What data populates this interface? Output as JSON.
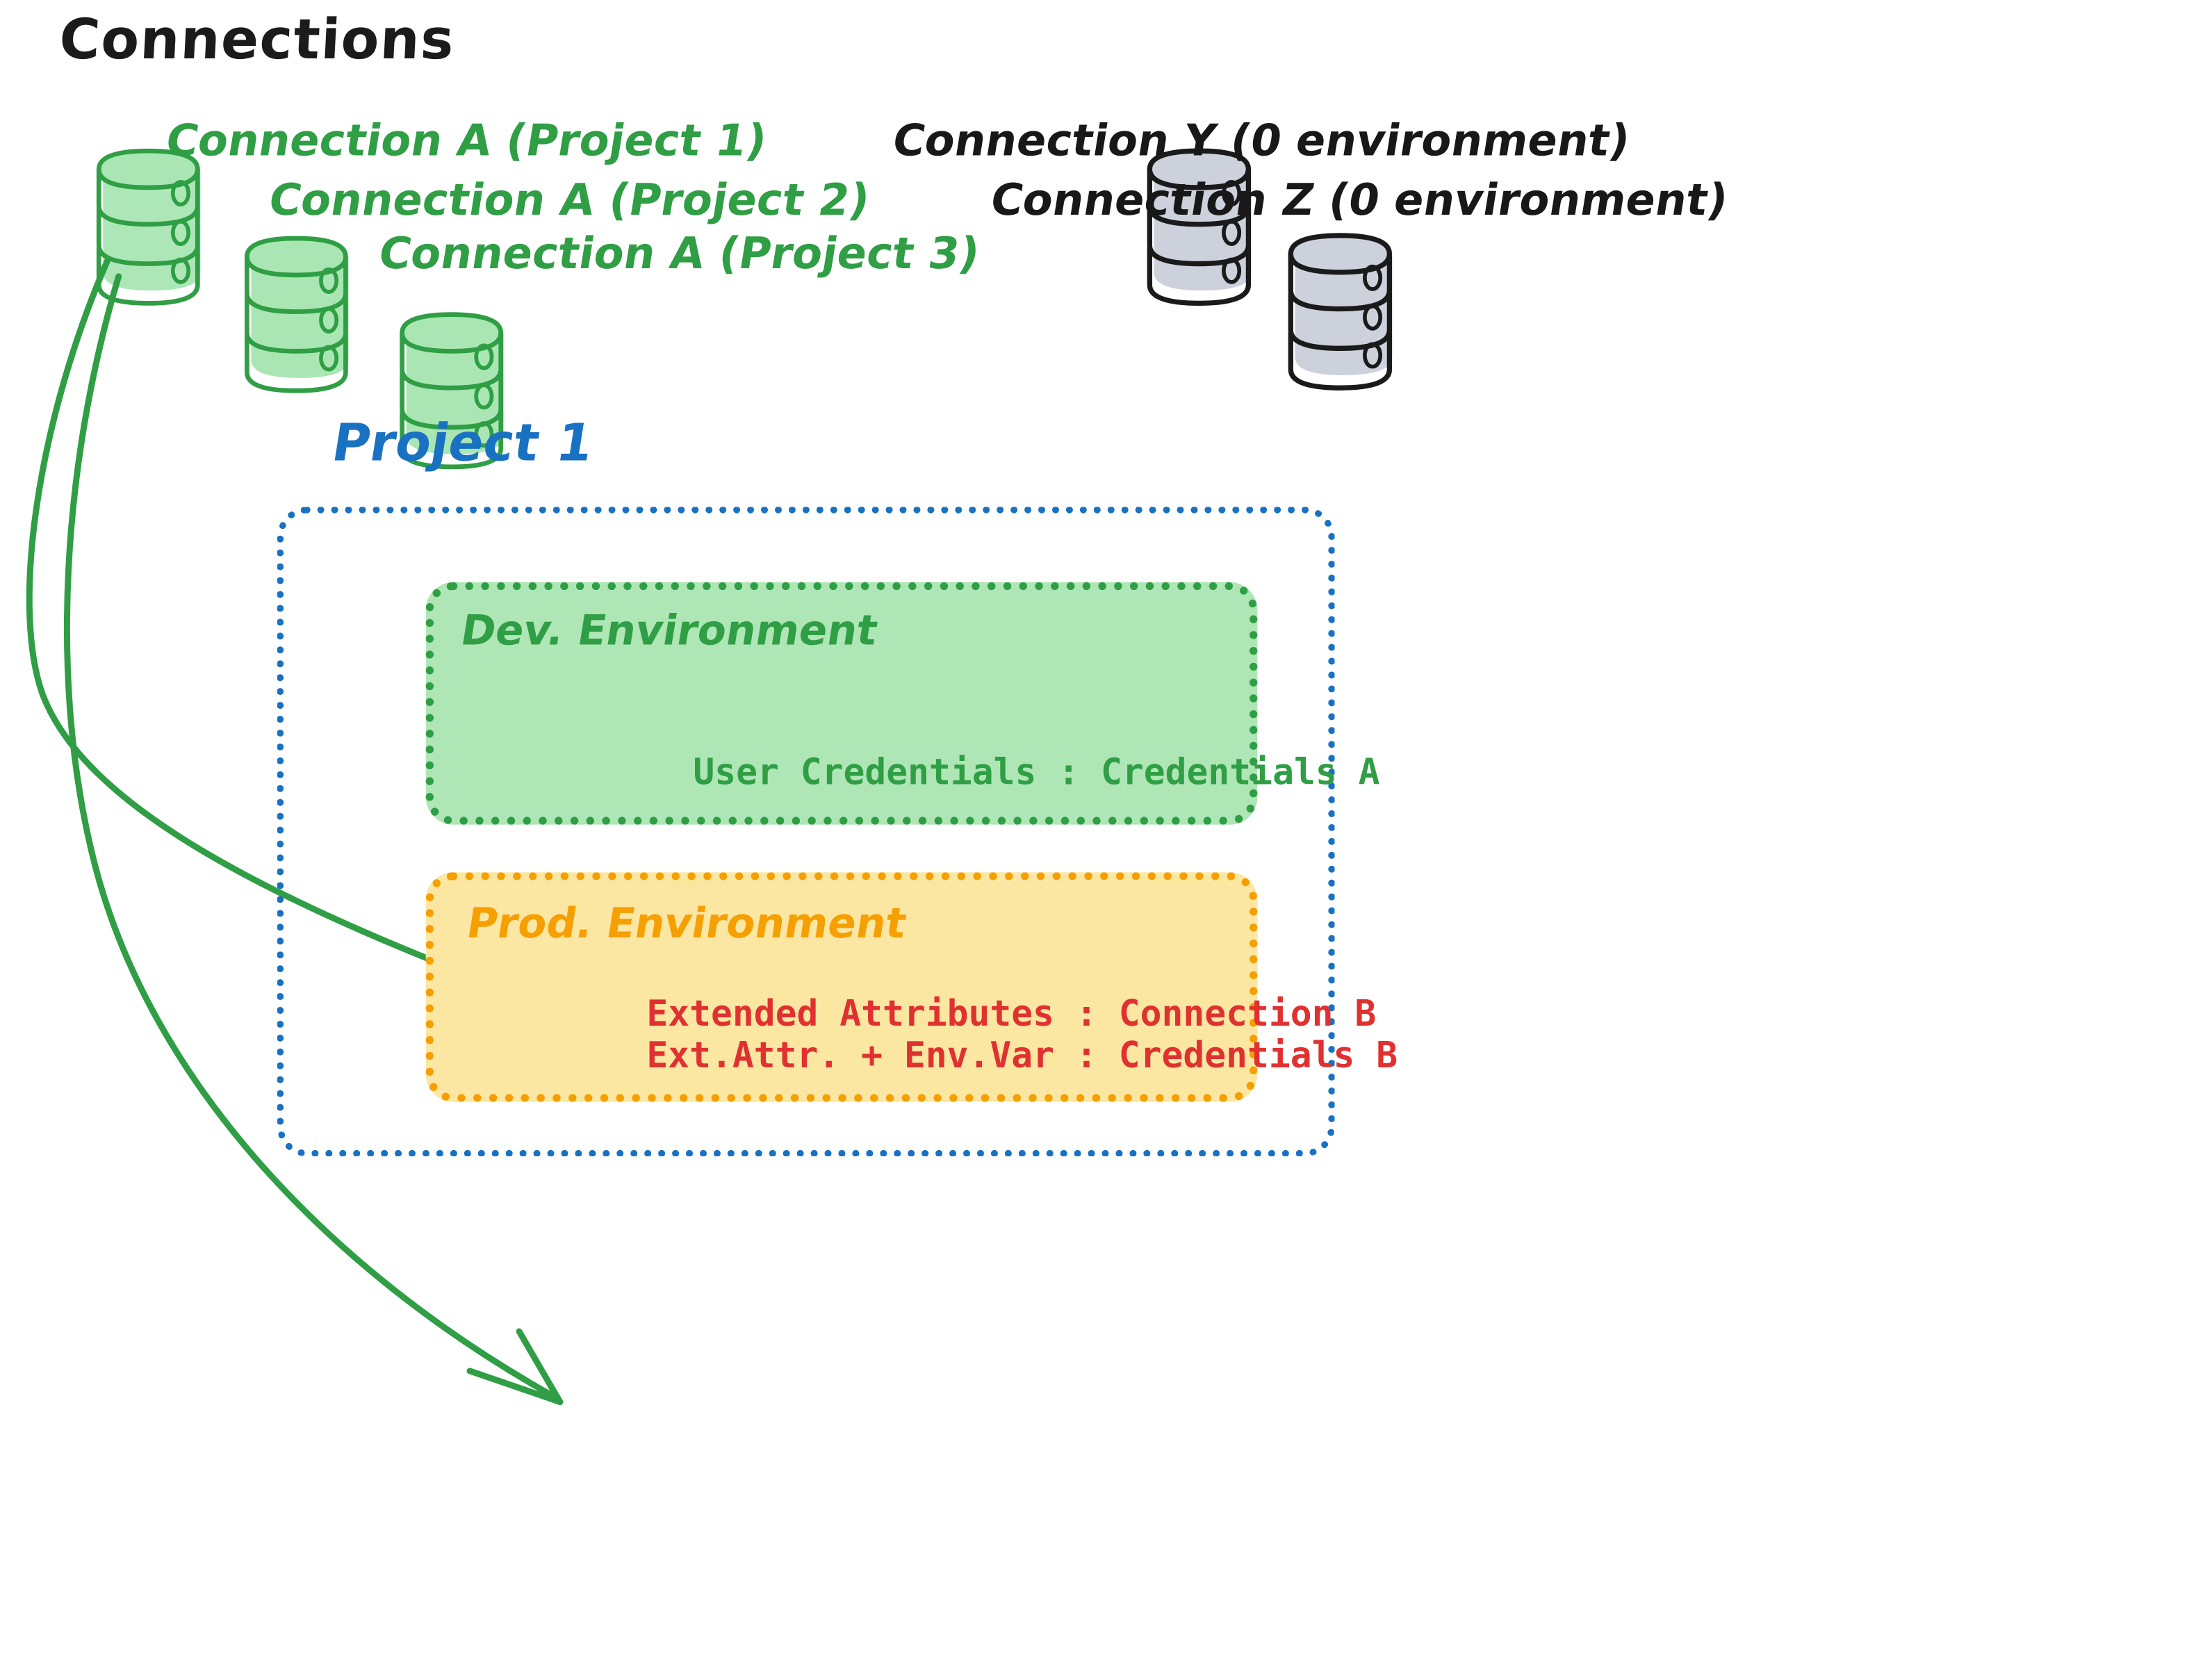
{
  "diagram": {
    "title": "Connections",
    "project_title": "Project 1",
    "connections_green": [
      {
        "label": "Connection A (Project 1)",
        "icon": "database-cylinder-icon",
        "color": "#2f9e44"
      },
      {
        "label": "Connection A (Project 2)",
        "icon": "database-cylinder-icon",
        "color": "#2f9e44"
      },
      {
        "label": "Connection A (Project 3)",
        "icon": "database-cylinder-icon",
        "color": "#2f9e44"
      }
    ],
    "connections_gray": [
      {
        "label": "Connection Y (0 environment)",
        "icon": "database-cylinder-icon",
        "color": "#181818"
      },
      {
        "label": "Connection Z (0 environment)",
        "icon": "database-cylinder-icon",
        "color": "#181818"
      }
    ],
    "environments": [
      {
        "name": "Dev. Environment",
        "accent": "#2f9e44",
        "fill": "#aee6b6",
        "rows": [
          "User Credentials : Credentials A"
        ]
      },
      {
        "name": "Prod. Environment",
        "accent": "#f59f00",
        "fill": "#fbe6a2",
        "rows": [
          "Extended Attributes : Connection B",
          "Ext.Attr. + Env.Var : Credentials B"
        ]
      }
    ],
    "arrows": [
      {
        "from": "Connection A (Project 1)",
        "to": "Dev. Environment",
        "color": "#2f9e44"
      },
      {
        "from": "Connection A (Project 1)",
        "to": "Prod. Environment",
        "color": "#2f9e44"
      }
    ],
    "colors": {
      "green_stroke": "#2f9e44",
      "green_fill": "#aee6b6",
      "gray_stroke": "#1a1a1a",
      "gray_fill": "#ccd1db",
      "blue": "#1971c2",
      "orange": "#f59f00",
      "yellow_fill": "#fbe6a2",
      "red": "#e03131",
      "black": "#181818"
    }
  }
}
